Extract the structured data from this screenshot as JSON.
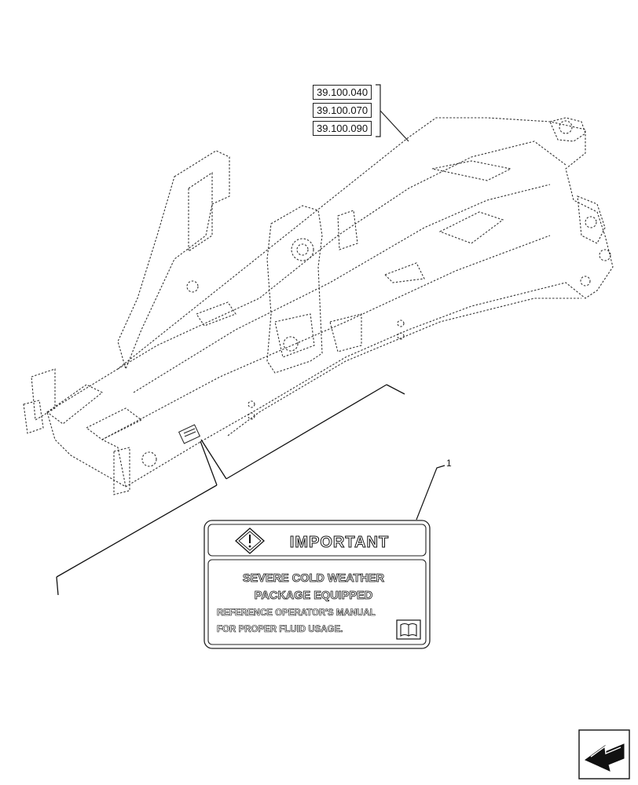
{
  "references": [
    "39.100.040",
    "39.100.070",
    "39.100.090"
  ],
  "callout_number": "1",
  "decal": {
    "header": "IMPORTANT",
    "line1": "SEVERE COLD WEATHER",
    "line2": "PACKAGE EQUIPPED",
    "line3": "REFERENCE OPERATOR'S MANUAL",
    "line4": "FOR PROPER FLUID USAGE."
  },
  "icons": {
    "warning": "diamond-exclamation-icon",
    "manual": "open-book-icon",
    "navigation": "arrow-icon"
  }
}
